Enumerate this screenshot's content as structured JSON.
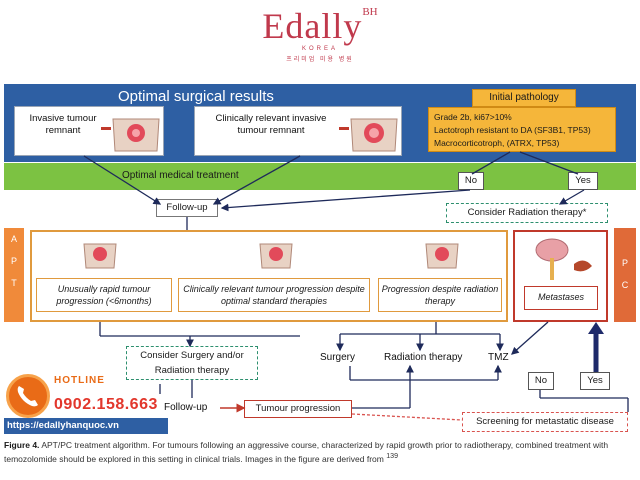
{
  "logo": {
    "word": "Edally",
    "sup": "BH",
    "sub": "KOREA",
    "korean": "프리미엄 미용 병원"
  },
  "header": {
    "title": "Optimal surgical results"
  },
  "boxes": {
    "invasive": "Invasive tumour remnant",
    "clinically": "Clinically relevant invasive tumour remnant",
    "initial_pathology": "Initial pathology",
    "pathology_lines": [
      "Grade 2b, ki67>10%",
      "Lactotroph resistant to DA (SF3B1, TP53)",
      "Macrocorticotroph, (ATRX, TP53)"
    ],
    "optimal_medical": "Optimal medical treatment",
    "no": "No",
    "yes": "Yes",
    "follow_up": "Follow-up",
    "consider_rt": "Consider Radiation therapy*",
    "apt": [
      "A",
      "P",
      "T"
    ],
    "pc": [
      "P",
      "C"
    ],
    "rapid": "Unusually rapid tumour progression (<6months)",
    "clinical_progression": "Clinically relevant tumour progression despite optimal standard therapies",
    "progression_rt": "Progression despite radiation therapy",
    "metastases": "Metastases",
    "consider_surgery": "Consider Surgery and/or Radiation therapy",
    "surgery": "Surgery",
    "radiation": "Radiation therapy",
    "tmz": "TMZ",
    "no2": "No",
    "yes2": "Yes",
    "follow_up2": "Follow-up",
    "tumour_progression": "Tumour progression",
    "screening": "Screening for metastatic disease"
  },
  "hotline": {
    "label": "HOTLINE",
    "phone": "0902.158.663",
    "url": "https://edallyhanquoc.vn"
  },
  "caption": {
    "fig": "Figure 4.",
    "text": "APT/PC treatment algorithm. For tumours following an aggressive course, characterized by rapid growth prior to radiotherapy, combined treatment with temozolomide should be explored in this setting in clinical trials. Images in the figure are derived from",
    "ref": "139"
  },
  "colors": {
    "blue": "#2e5fa3",
    "green": "#7cc242",
    "orange": "#f5b63a",
    "red": "#c0392b",
    "apt": "#f08a3a"
  }
}
